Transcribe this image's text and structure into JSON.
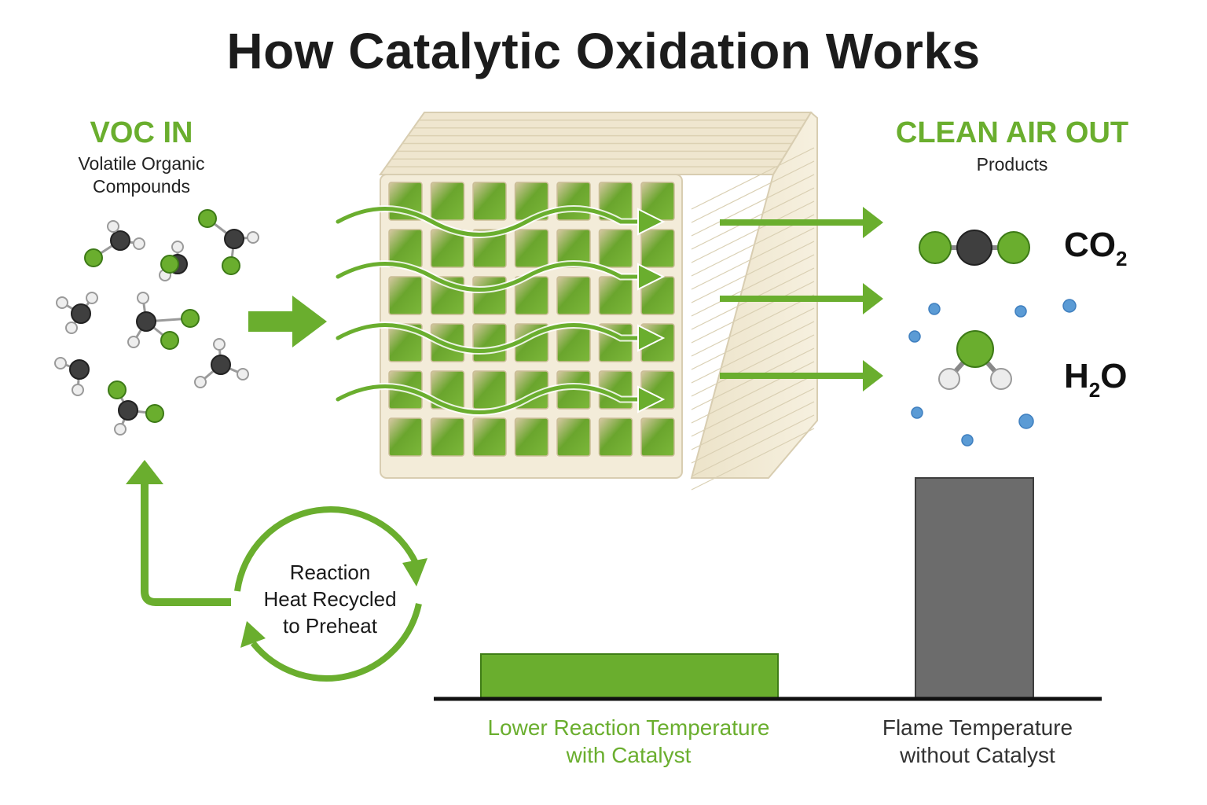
{
  "title": "How Catalytic Oxidation Works",
  "colors": {
    "accent_green": "#6aae2e",
    "carbon": "#3f3f3f",
    "hydrogen": "#dcdcdc",
    "water_drop": "#5b9bd5",
    "honeycomb": "#f1ead6",
    "bar_gray": "#6c6c6c"
  },
  "voc_in": {
    "heading": "VOC IN",
    "subtitle_line1": "Volatile Organic",
    "subtitle_line2": "Compounds"
  },
  "clean_air_out": {
    "heading": "CLEAN AIR OUT",
    "subtitle": "Products",
    "products": [
      {
        "formula_main": "CO",
        "formula_sub": "2",
        "formula_tail": ""
      },
      {
        "formula_main": "H",
        "formula_sub": "2",
        "formula_tail": "O"
      }
    ]
  },
  "heat_cycle": {
    "line1": "Reaction",
    "line2": "Heat Recycled",
    "line3": "to Preheat"
  },
  "comparison": {
    "items": [
      {
        "line1": "Lower Reaction Temperature",
        "line2": "with Catalyst",
        "color": "#6aae2e"
      },
      {
        "line1": "Flame Temperature",
        "line2": "without Catalyst",
        "color": "#6c6c6c"
      }
    ]
  },
  "icons": [
    "voc-molecule-icon",
    "co2-molecule-icon",
    "h2o-molecule-icon",
    "honeycomb-catalyst-icon",
    "recycle-arrows-icon"
  ]
}
